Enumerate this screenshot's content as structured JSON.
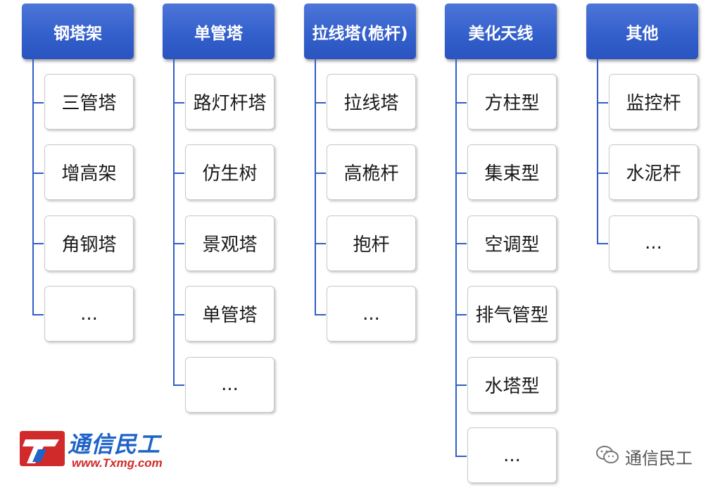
{
  "columns": [
    {
      "title": "钢塔架",
      "items": [
        "三管塔",
        "增高架",
        "角钢塔",
        "..."
      ]
    },
    {
      "title": "单管塔",
      "items": [
        "路灯杆塔",
        "仿生树",
        "景观塔",
        "单管塔",
        "..."
      ]
    },
    {
      "title": "拉线塔(桅杆)",
      "items": [
        "拉线塔",
        "高桅杆",
        "抱杆",
        "..."
      ]
    },
    {
      "title": "美化天线",
      "items": [
        "方柱型",
        "集束型",
        "空调型",
        "排气管型",
        "水塔型",
        "..."
      ]
    },
    {
      "title": "其他",
      "items": [
        "监控杆",
        "水泥杆",
        "..."
      ]
    }
  ],
  "logo": {
    "name": "通信民工",
    "url": "www.Txmg.com"
  },
  "watermark": {
    "text": "通信民工",
    "icon": "wechat-icon"
  },
  "colors": {
    "header": "#3460cc",
    "connector": "#2f5ec8",
    "logo_red": "#d12a2a",
    "logo_blue": "#1f63c8"
  }
}
